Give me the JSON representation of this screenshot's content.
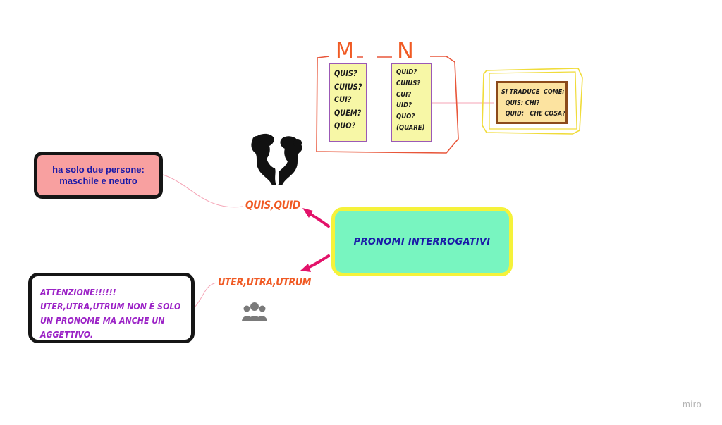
{
  "central": {
    "label": "PRONOMI INTERROGATIVI"
  },
  "branches": {
    "quis_quid": "QUIS,QUID",
    "uter_utra_utrum": "UTER,UTRA,UTRUM"
  },
  "notes": {
    "quis_note": "ha solo  due persone:\nmaschile e neutro",
    "uter_note": "ATTENZIONE!!!!!! UTER,UTRA,UTRUM NON È SOLO UN PRONOME MA ANCHE UN AGGETTIVO."
  },
  "declension": {
    "m_header": "M",
    "n_header": "N",
    "m_forms": [
      "QUIS?",
      "CUIUS?",
      "CUI?",
      "QUEM?",
      "QUO?"
    ],
    "n_forms": [
      "QUID?",
      "CUIUS?",
      "CUI?",
      "UID?",
      "QUO?",
      "(QUARE)"
    ]
  },
  "translation": {
    "lines": [
      "SI TRADUCE  COME:",
      "  QUIS: CHI?",
      "  QUID:   CHE COSA?"
    ]
  },
  "icons": {
    "heads": "two-heads-silhouette-icon",
    "people": "group-people-icon"
  },
  "colors": {
    "central_fill": "#78f5c0",
    "central_border": "#f5f23a",
    "branch_text": "#f05a24",
    "arrow": "#e3126a",
    "pink_note": "#f8a0a0",
    "purple_text": "#9b22c6",
    "blue_text": "#1a1aa8"
  },
  "watermark": "miro"
}
